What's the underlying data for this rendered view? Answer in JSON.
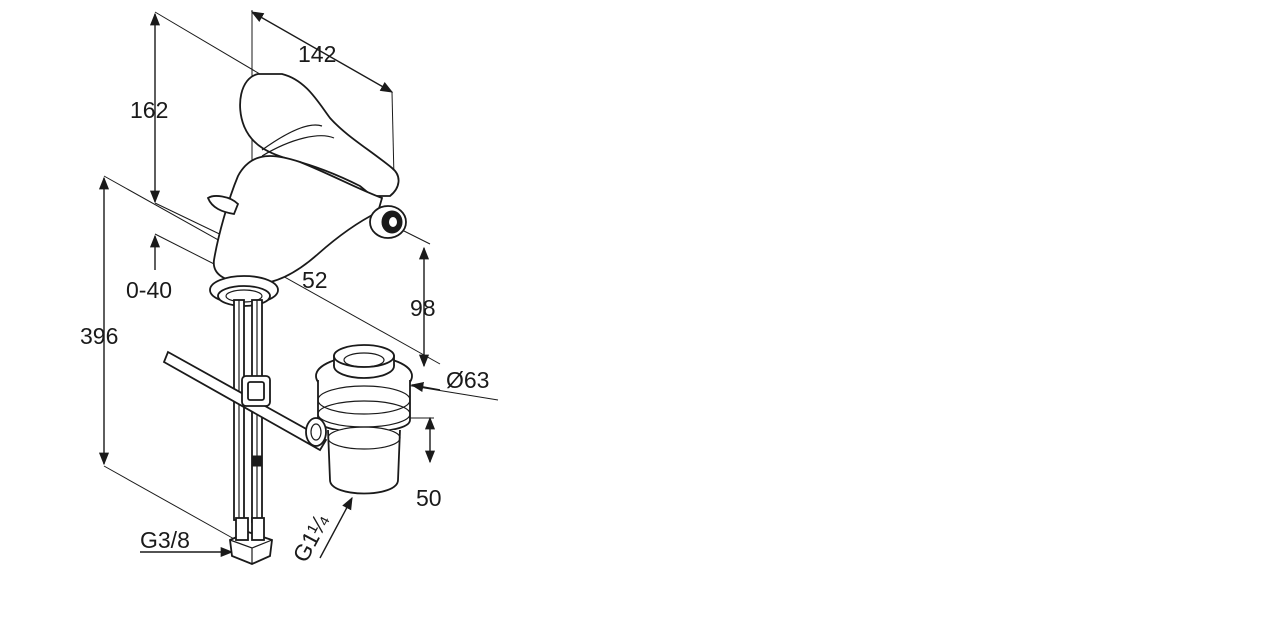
{
  "diagram": {
    "dimensions": {
      "width_top": "142",
      "height_spout": "162",
      "spout_reach": "52",
      "deck_thickness": "0-40",
      "total_height": "396",
      "outlet_height": "98",
      "waste_diameter": "Ø63",
      "waste_depth": "50",
      "supply_thread": "G3/8",
      "waste_thread": "G1¼"
    }
  }
}
